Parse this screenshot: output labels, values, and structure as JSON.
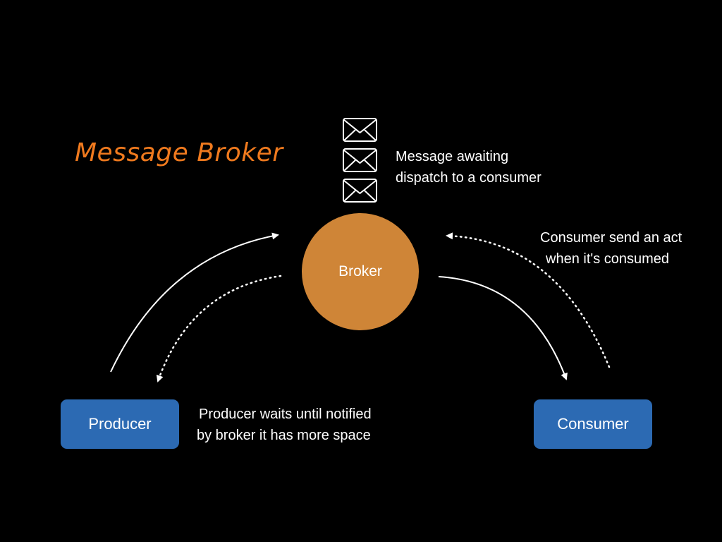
{
  "title": "Message Broker",
  "colors": {
    "background": "#000000",
    "title": "#f07a1e",
    "broker": "#cf8537",
    "node": "#2c6ab3",
    "text": "#ffffff"
  },
  "broker": {
    "label": "Broker"
  },
  "producer": {
    "label": "Producer"
  },
  "consumer": {
    "label": "Consumer"
  },
  "queue": {
    "icon": "envelope-icon",
    "count": 3
  },
  "captions": {
    "message_awaiting": {
      "line1": "Message awaiting",
      "line2": "dispatch to a consumer"
    },
    "consumer_ack": {
      "line1": "Consumer send an act",
      "line2": "when it's consumed"
    },
    "producer_wait": {
      "line1": "Producer waits until notified",
      "line2": "by broker it has more space"
    }
  },
  "edges": [
    {
      "from": "producer",
      "to": "broker",
      "style": "solid"
    },
    {
      "from": "broker",
      "to": "producer",
      "style": "dotted"
    },
    {
      "from": "broker",
      "to": "consumer",
      "style": "solid"
    },
    {
      "from": "consumer",
      "to": "broker",
      "style": "dotted"
    }
  ]
}
